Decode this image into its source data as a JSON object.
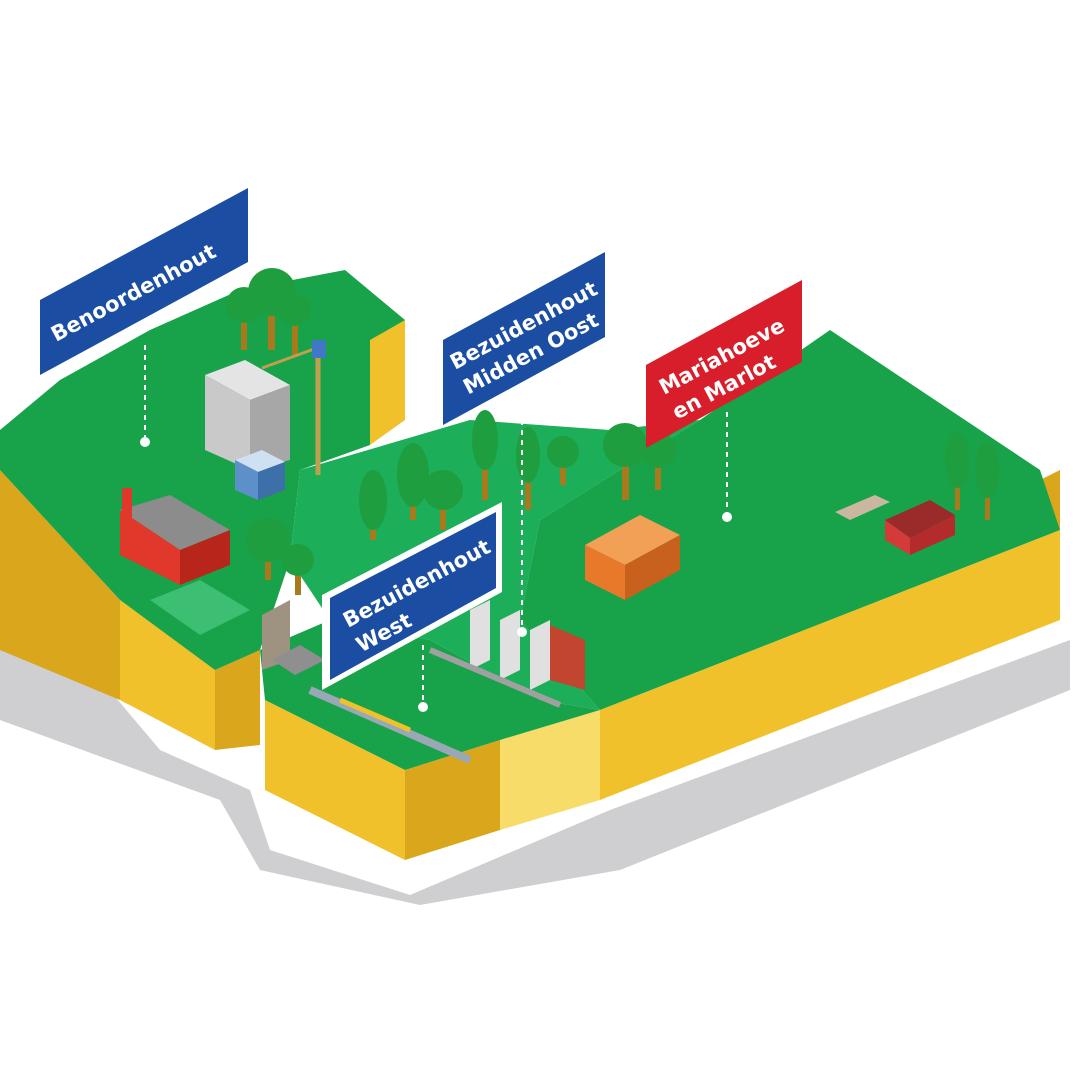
{
  "colors": {
    "grass": "#18a24a",
    "grass_light": "#1cae58",
    "soil": "#f0c12a",
    "soil_dark": "#d9a61c",
    "soil_light": "#f7dc6a",
    "shadow": "#cfcfd1",
    "sign_blue": "#1b4ea3",
    "sign_red": "#d81e2a",
    "tree": "#1f9e3f",
    "trunk": "#a9791e"
  },
  "districts": [
    {
      "lines": [
        "Benoordenhout"
      ],
      "sign_color": "blue"
    },
    {
      "lines": [
        "Bezuidenhout",
        "Midden Oost"
      ],
      "sign_color": "blue"
    },
    {
      "lines": [
        "Mariahoeve",
        "en Marlot"
      ],
      "sign_color": "red"
    },
    {
      "lines": [
        "Bezuidenhout",
        "West"
      ],
      "sign_color": "blue"
    }
  ]
}
